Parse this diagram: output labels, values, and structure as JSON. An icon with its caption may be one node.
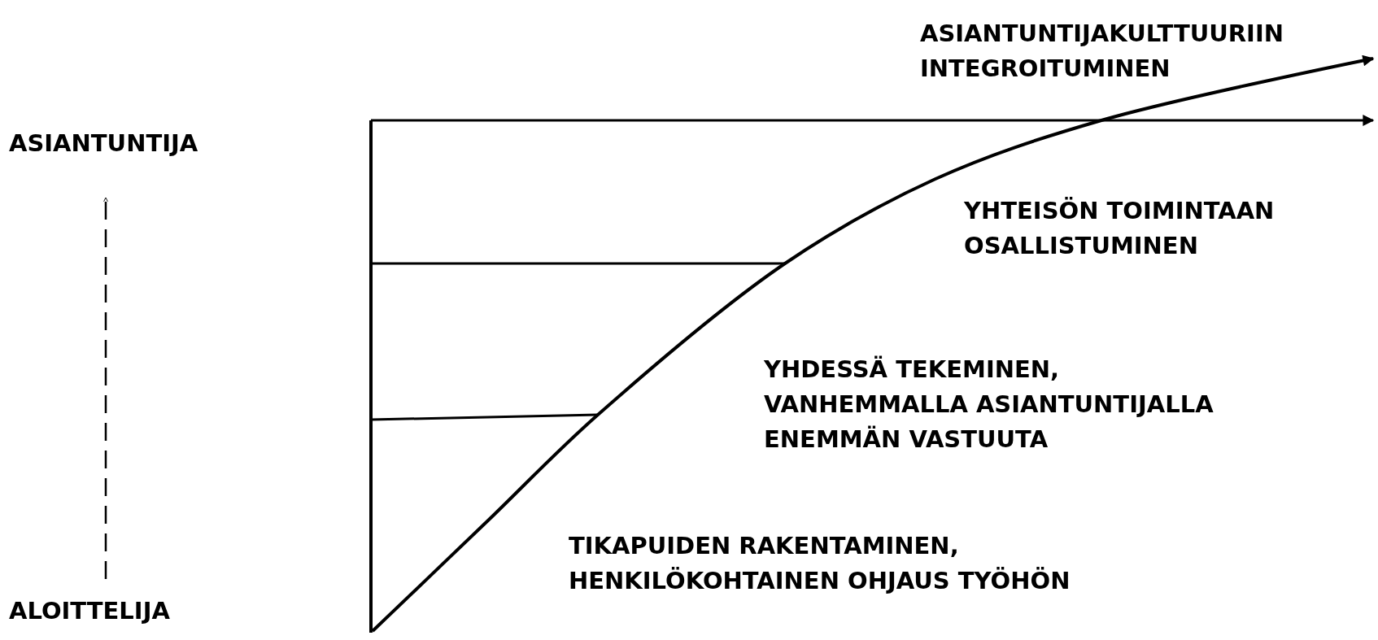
{
  "diagram": {
    "nodes": [
      {
        "text": [
          "ASIANTUNTIJA"
        ]
      },
      {
        "text": [
          "ALOITTELIJA"
        ]
      }
    ],
    "edges": [
      {
        "from": 1,
        "to": 0,
        "arrow": "to",
        "style": "dashed"
      }
    ],
    "labels": [
      "ASIANTUNTIJAKULTTUURIIN INTEGROITUMINEN",
      "YHTEISÖN TOIMINTAAN OSALLISTUMINEN",
      "YHDESSÄ TEKEMINEN, VANHEMMALLA ASIANTUNTIJALLA ENEMMÄN VASTUUTA",
      "TIKAPUIDEN RAKENTAMINEN, HENKILÖKOHTAINEN OHJAUS TYÖHÖN"
    ]
  }
}
